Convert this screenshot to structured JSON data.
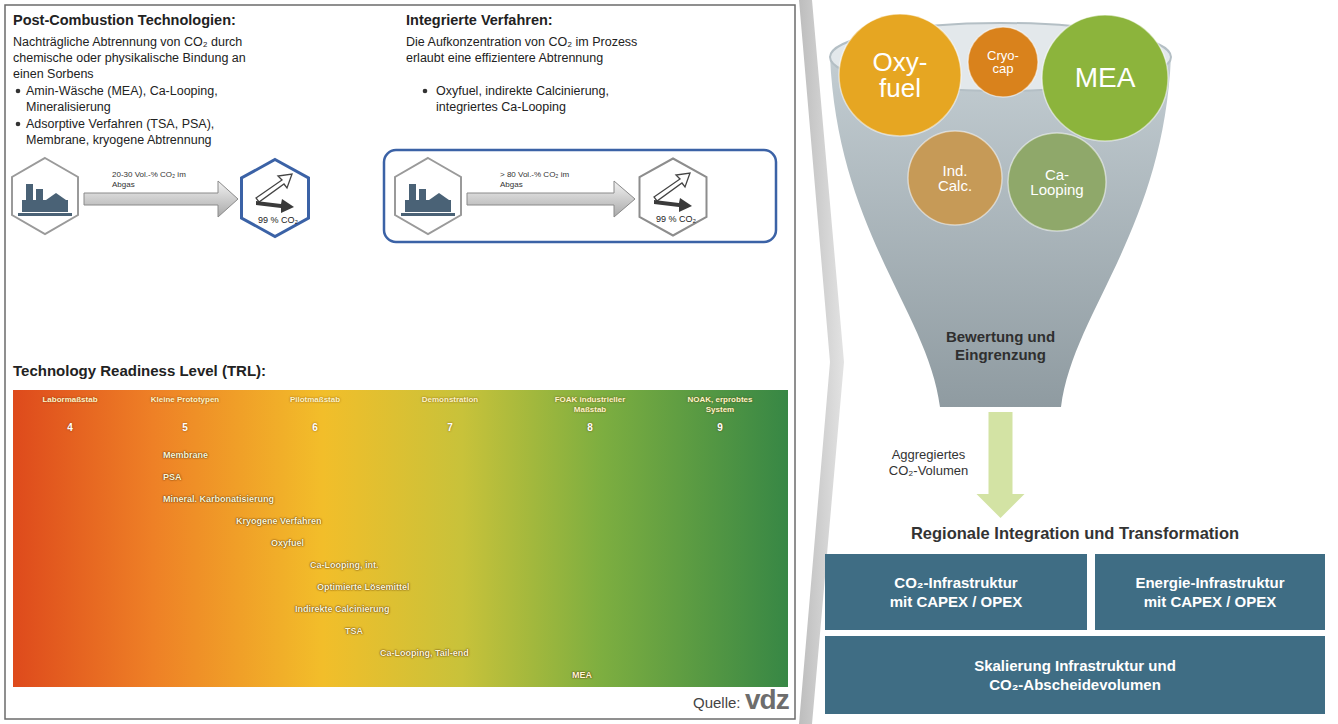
{
  "diagram": {
    "nodes": [
      {
        "text": [
          "99 % CO₂"
        ]
      },
      {
        "text": [
          "99 % CO₂"
        ]
      },
      {
        "text": [
          "Bewertung und Eingrenzung"
        ]
      },
      {
        "text": [
          "Oxy- fuel"
        ],
        "in": 2
      },
      {
        "text": [
          "Cryo- cap"
        ],
        "in": 2
      },
      {
        "text": [
          "MEA"
        ],
        "in": 2
      },
      {
        "text": [
          "Ind. Calc."
        ],
        "in": 2
      },
      {
        "text": [
          "Ca- Looping"
        ],
        "in": 2
      },
      {
        "text": [
          "Regionale Integration und Transformation"
        ]
      },
      {
        "text": [
          "CO₂-Infrastruktur mit CAPEX / OPEX"
        ],
        "in": 8
      },
      {
        "text": [
          "Energie-Infrastruktur mit CAPEX / OPEX"
        ],
        "in": 8
      },
      {
        "text": [
          "Skalierung Infrastruktur und CO₂-Abscheidevolumen"
        ],
        "in": 8
      }
    ],
    "edges": [
      {
        "from": 2,
        "to": 8,
        "arrow": "to",
        "label": "Aggregiertes CO₂-Volumen"
      }
    ],
    "labels": [
      "Post-Combustion Technologien:",
      "Nachträgliche Abtrennung von CO₂ durch chemische oder physikalische Bindung an einen Sorbens",
      "Amin-Wäsche (MEA), Ca-Looping, Mineralisierung",
      "Adsorptive Verfahren (TSA, PSA), Membrane, kryogene Abtrennung",
      "Integrierte Verfahren:",
      "Die Aufkonzentration von CO₂ im Prozess erlaubt eine effizientere Abtrennung",
      "Oxyfuel, indirekte Calcinierung, integriertes Ca-Looping",
      "20-30 Vol.-% CO₂ im Abgas",
      "> 80 Vol.-% CO₂ im Abgas",
      "Technology Readiness Level (TRL):",
      "Labormaßstab",
      "Kleine Prototypen",
      "Pilotmaßstab",
      "Demonstration",
      "FOAK industrieller Maßstab",
      "NOAK, erprobtes System",
      "4",
      "5",
      "6",
      "7",
      "8",
      "9",
      "Membrane",
      "PSA",
      "Mineral. Karbonatisierung",
      "Kryogene Verfahren",
      "Oxyfuel",
      "Ca-Looping, int.",
      "Optimierte Lösemittel",
      "Indirekte Calcinierung",
      "TSA",
      "Ca-Looping, Tail-end",
      "MEA",
      "Quelle:",
      "vdz"
    ]
  }
}
